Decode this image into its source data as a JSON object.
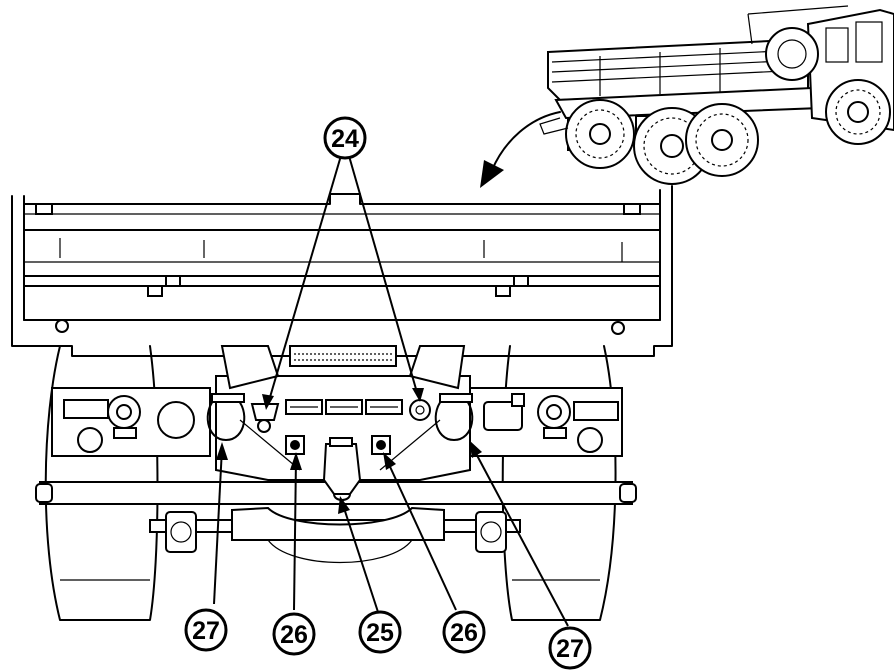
{
  "callouts": {
    "c24": "24",
    "c25": "25",
    "c26_left": "26",
    "c26_right": "26",
    "c27_left": "27",
    "c27_right": "27"
  },
  "icons": {
    "truck_inset": "truck-side-view-icon",
    "arrow": "curved-arrow-icon"
  }
}
